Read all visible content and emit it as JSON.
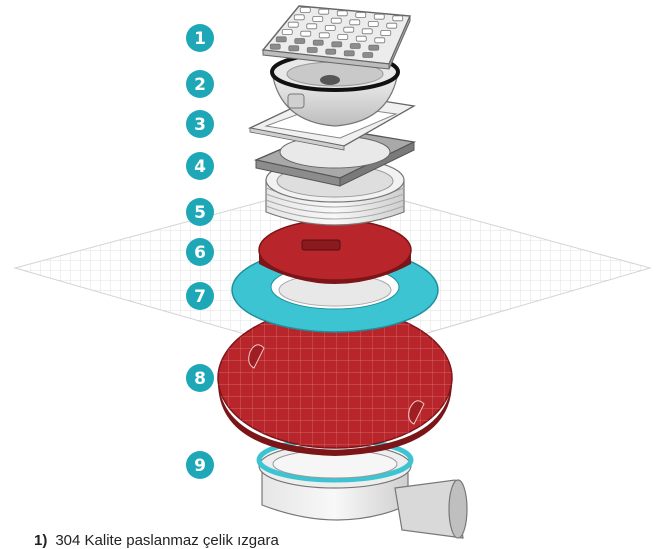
{
  "colors": {
    "accent": "#1ea8b7",
    "red": "#b8252a",
    "red_dark": "#7c1518",
    "cyan": "#3cc4d2",
    "grid": "#d6d6d6",
    "steel": "#dcdcdc",
    "outline": "#555555"
  },
  "badges": [
    "1",
    "2",
    "3",
    "4",
    "5",
    "6",
    "7",
    "8",
    "9"
  ],
  "caption": {
    "number": "1)",
    "text": "304 Kalite paslanmaz çelik ızgara"
  }
}
